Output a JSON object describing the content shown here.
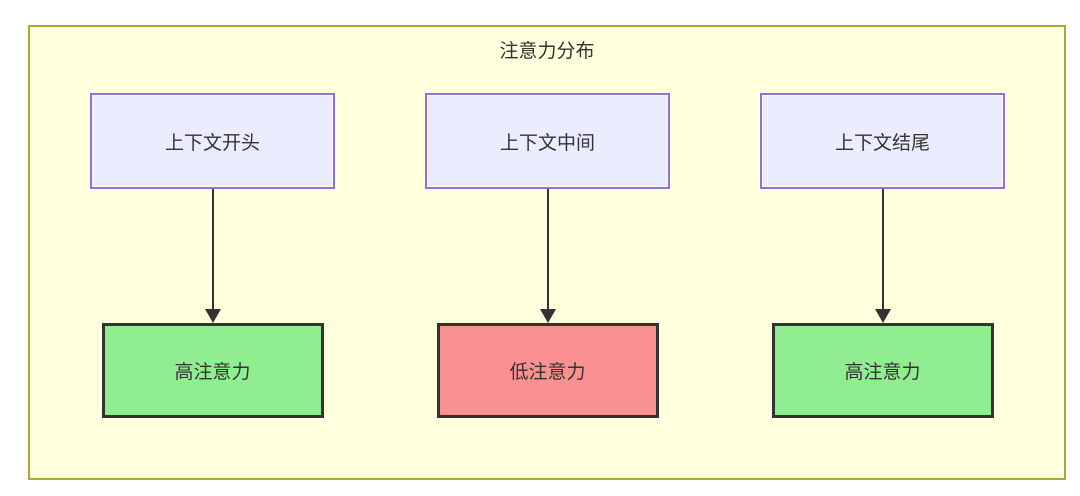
{
  "diagram": {
    "title": "注意力分布",
    "columns": [
      {
        "source": "上下文开头",
        "target": "高注意力",
        "target_level": "high"
      },
      {
        "source": "上下文中间",
        "target": "低注意力",
        "target_level": "low"
      },
      {
        "source": "上下文结尾",
        "target": "高注意力",
        "target_level": "high"
      }
    ],
    "colors": {
      "container_fill": "#ffffde",
      "container_border": "#aaaa33",
      "source_fill": "#ECECFF",
      "source_border": "#9370DB",
      "high_fill": "#90EE90",
      "low_fill": "#fa9191",
      "target_border": "#333333",
      "arrow": "#333333",
      "text": "#333333"
    }
  }
}
